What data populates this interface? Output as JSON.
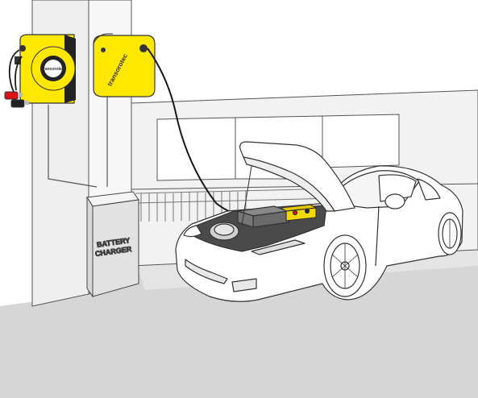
{
  "charger": {
    "line1": "BATTERY",
    "line2": "CHARGER"
  },
  "reel_left": {
    "hub_logo": "transorotec"
  },
  "reel_right": {
    "brand": "transorotec"
  },
  "colors": {
    "reel_yellow": "#ffe800",
    "battery_yellow": "#f5d800",
    "floor_gray": "#d4d4d4",
    "engine_bay": "#4a4a4a",
    "outline": "#333333",
    "cable": "#1a1a1a"
  }
}
